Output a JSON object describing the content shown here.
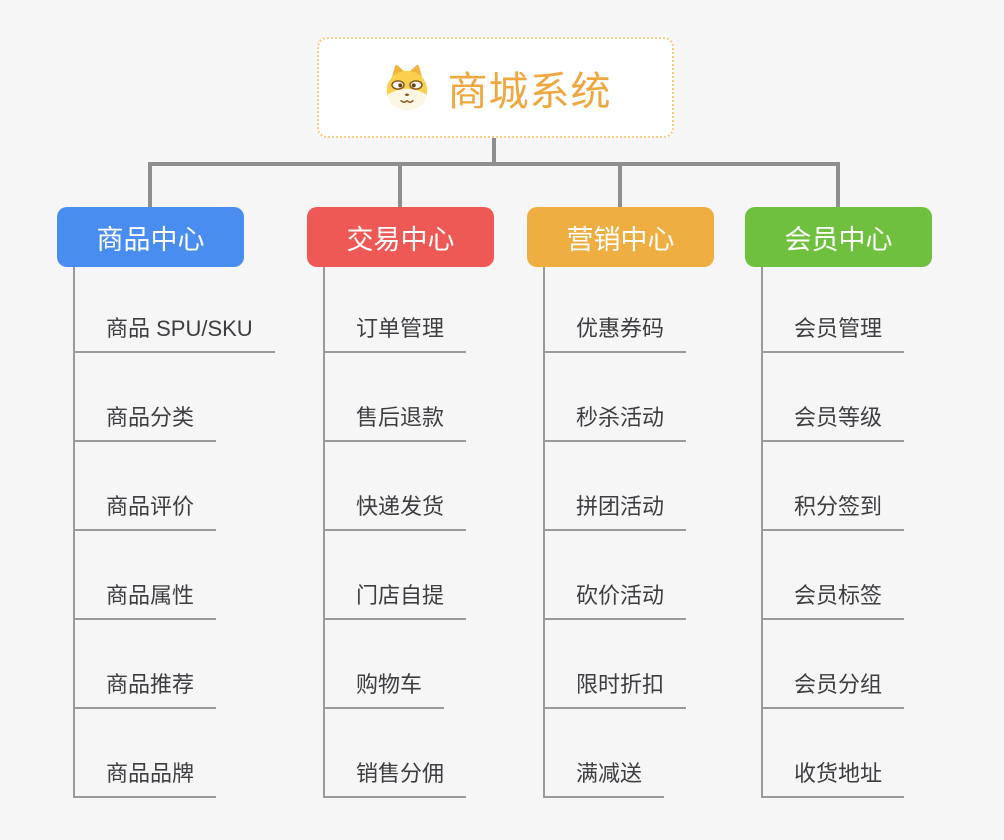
{
  "root": {
    "title": "商城系统",
    "icon": "dog-face-icon"
  },
  "branches": [
    {
      "label": "商品中心",
      "color": "#4a8df1",
      "items": [
        "商品 SPU/SKU",
        "商品分类",
        "商品评价",
        "商品属性",
        "商品推荐",
        "商品品牌"
      ]
    },
    {
      "label": "交易中心",
      "color": "#ef5955",
      "items": [
        "订单管理",
        "售后退款",
        "快递发货",
        "门店自提",
        "购物车",
        "销售分佣"
      ]
    },
    {
      "label": "营销中心",
      "color": "#efae41",
      "items": [
        "优惠券码",
        "秒杀活动",
        "拼团活动",
        "砍价活动",
        "限时折扣",
        "满减送"
      ]
    },
    {
      "label": "会员中心",
      "color": "#70c040",
      "items": [
        "会员管理",
        "会员等级",
        "积分签到",
        "会员标签",
        "会员分组",
        "收货地址"
      ]
    }
  ],
  "colors": {
    "background": "#f6f6f6",
    "connector": "#8f8f8f",
    "item_line": "#9a9a9c",
    "item_text": "#3e3e42",
    "root_border": "#f7cb84",
    "root_text": "#f0a73f"
  }
}
